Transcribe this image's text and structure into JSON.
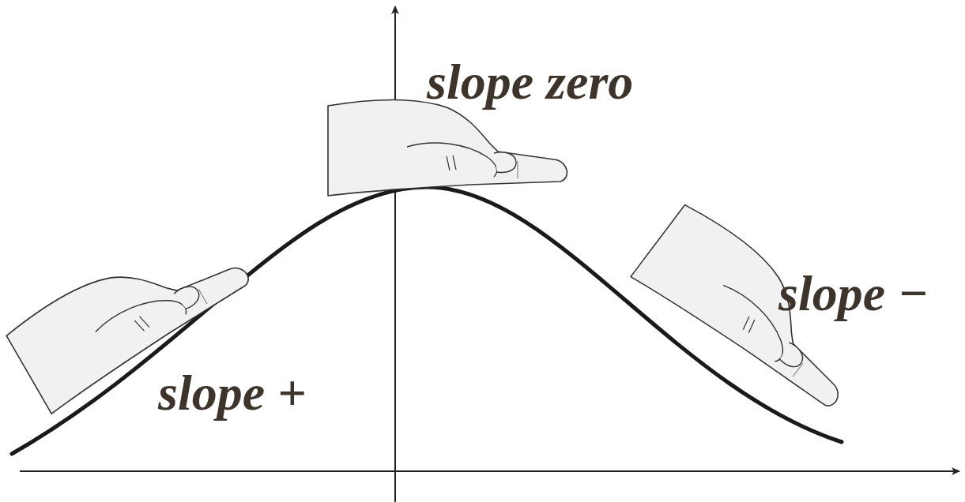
{
  "diagram": {
    "labels": [
      "slope zero",
      "slope −",
      "slope +"
    ]
  }
}
